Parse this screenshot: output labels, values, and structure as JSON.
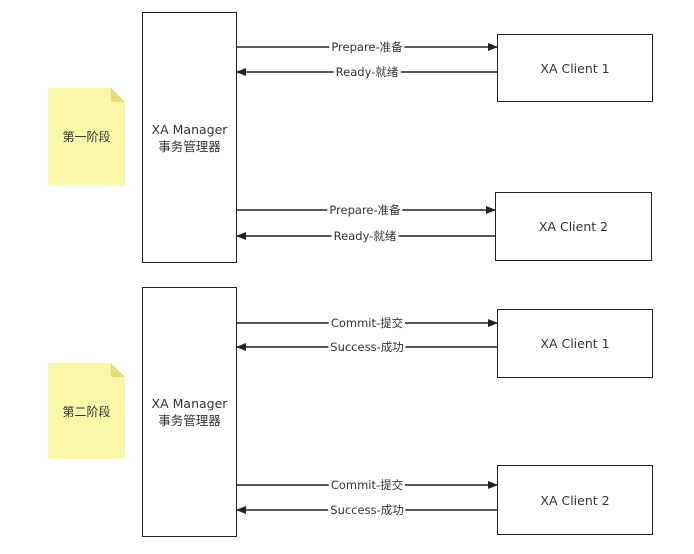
{
  "phase1": {
    "note": "第一阶段",
    "manager_line1": "XA Manager",
    "manager_line2": "事务管理器",
    "client1": "XA Client 1",
    "client2": "XA Client 2",
    "req1": "Prepare-准备",
    "resp1": "Ready-就绪",
    "req2": "Prepare-准备",
    "resp2": "Ready-就绪"
  },
  "phase2": {
    "note": "第二阶段",
    "manager_line1": "XA Manager",
    "manager_line2": "事务管理器",
    "client1": "XA Client 1",
    "client2": "XA Client 2",
    "req1": "Commit-提交",
    "resp1": "Success-成功",
    "req2": "Commit-提交",
    "resp2": "Success-成功"
  }
}
